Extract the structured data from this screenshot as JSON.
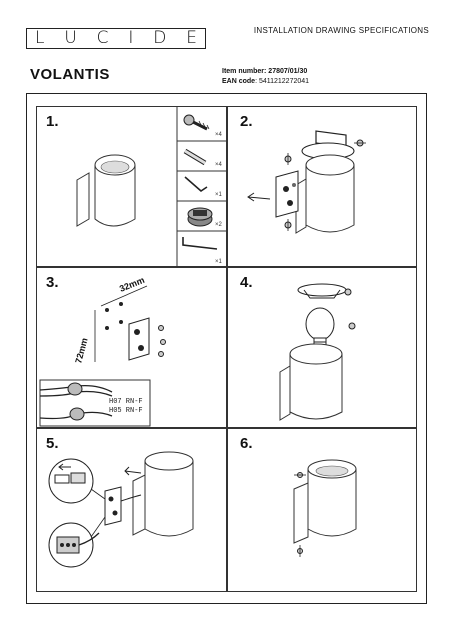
{
  "brand": {
    "letters": [
      "L",
      "U",
      "C",
      "I",
      "D",
      "E"
    ]
  },
  "header": {
    "doc_type": "INSTALLATION DRAWING SPECIFICATIONS"
  },
  "product": {
    "name": "VOLANTIS",
    "item_label": "Item number: ",
    "item_number": "27807/01/30",
    "ean_label": "EAN code",
    "ean_code": ": 5411212272041"
  },
  "steps": [
    {
      "number": "1."
    },
    {
      "number": "2."
    },
    {
      "number": "3."
    },
    {
      "number": "4."
    },
    {
      "number": "5."
    },
    {
      "number": "6."
    }
  ],
  "parts": [
    {
      "icon": "screw-anchor-icon",
      "qty": "×4"
    },
    {
      "icon": "wall-plug-icon",
      "qty": "×4"
    },
    {
      "icon": "hex-key-small-icon",
      "qty": "×1"
    },
    {
      "icon": "terminal-block-icon",
      "qty": "×2"
    },
    {
      "icon": "hex-key-large-icon",
      "qty": "×1"
    }
  ],
  "step3": {
    "dim_horizontal": "32mm",
    "dim_vertical": "72mm",
    "cable_1": "H07 RN-F",
    "cable_2": "H05 RN-F"
  }
}
